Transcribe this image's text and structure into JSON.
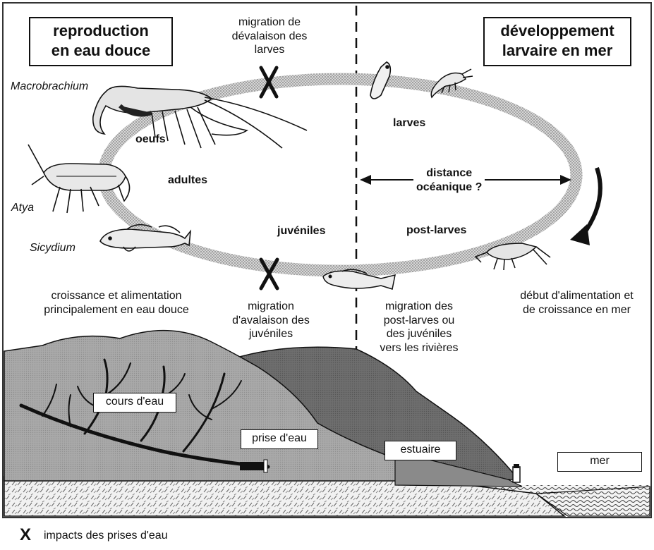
{
  "titles": {
    "left": "reproduction\nen eau douce",
    "right": "développement\nlarvaire en mer"
  },
  "species": {
    "macrobrachium": "Macrobrachium",
    "atya": "Atya",
    "sicydium": "Sicydium"
  },
  "cycle": {
    "oeufs": "oeufs",
    "adultes": "adultes",
    "juveniles": "juvéniles",
    "larves": "larves",
    "post_larves": "post-larves",
    "distance": "distance\nocéanique ?"
  },
  "migrations": {
    "devalaison_larves": "migration de\ndévalaison des\nlarves",
    "avalaison_juveniles": "migration\nd'avalaison des\njuvéniles",
    "montaison": "migration des\npost-larves ou\ndes juvéniles\nvers les rivières"
  },
  "notes": {
    "croissance_eau_douce": "croissance et alimentation\nprincipalement en eau douce",
    "debut_mer": "début d'alimentation et\nde croissance en mer"
  },
  "landscape": {
    "cours_eau": "cours d'eau",
    "prise_eau": "prise d'eau",
    "estuaire": "estuaire",
    "mer": "mer"
  },
  "legend": {
    "symbol": "X",
    "label": "impacts des prises d'eau"
  }
}
